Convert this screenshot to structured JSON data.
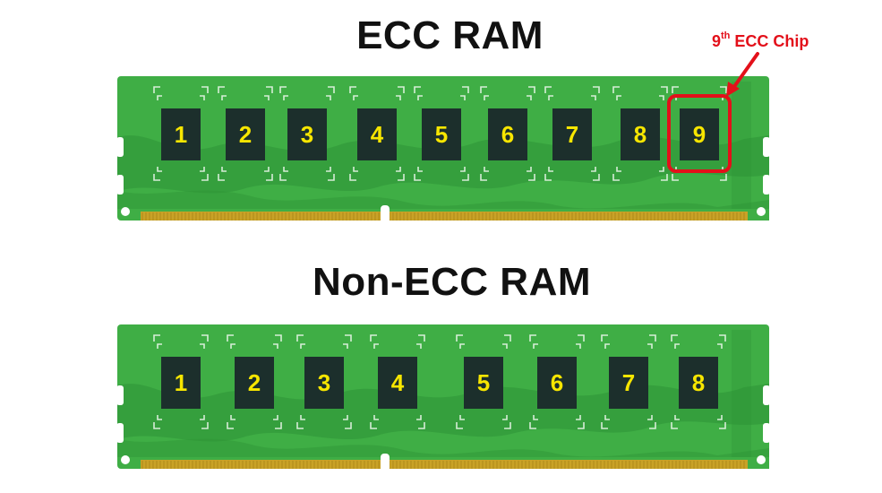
{
  "ecc_module": {
    "title": "ECC RAM",
    "chip_labels": [
      "1",
      "2",
      "3",
      "4",
      "5",
      "6",
      "7",
      "8",
      "9"
    ]
  },
  "non_ecc_module": {
    "title": "Non-ECC RAM",
    "chip_labels": [
      "1",
      "2",
      "3",
      "4",
      "5",
      "6",
      "7",
      "8"
    ]
  },
  "callout": {
    "ordinal_number": "9",
    "ordinal_suffix": "th",
    "label": "ECC Chip",
    "highlighted_chip": "9"
  },
  "colors": {
    "pcb_green": "#3fae45",
    "pcb_dark_green": "#2e9436",
    "chip_body": "#1c2f2c",
    "chip_label": "#f7e600",
    "gold_contacts": "#c9a227",
    "callout_red": "#e3101a",
    "title_text": "#111111"
  }
}
